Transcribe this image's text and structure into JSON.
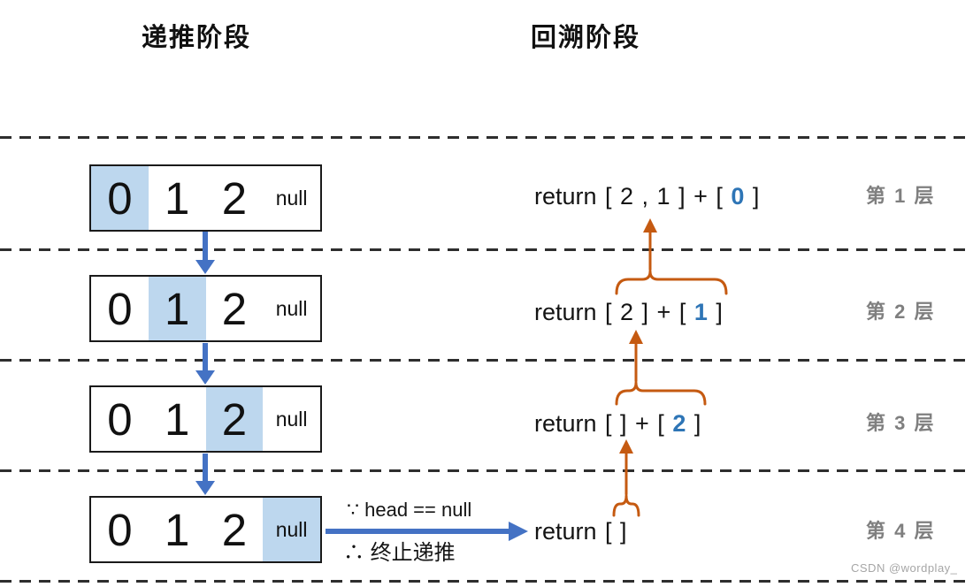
{
  "titles": {
    "left": "递推阶段",
    "right": "回溯阶段"
  },
  "list_box": {
    "cells": [
      "0",
      "1",
      "2",
      "null"
    ]
  },
  "rows": [
    {
      "layer_label": "第 1 层",
      "highlight_index": 0,
      "return_pre": "return [ 2 , 1 ] + [ ",
      "return_value": "0",
      "return_post": " ]"
    },
    {
      "layer_label": "第 2 层",
      "highlight_index": 1,
      "return_pre": "return [ 2 ] + [ ",
      "return_value": "1",
      "return_post": " ]"
    },
    {
      "layer_label": "第 3 层",
      "highlight_index": 2,
      "return_pre": "return [ ] + [ ",
      "return_value": "2",
      "return_post": " ]"
    },
    {
      "layer_label": "第 4 层",
      "highlight_index": 3,
      "return_pre": "return [ ]",
      "return_value": "",
      "return_post": ""
    }
  ],
  "termination": {
    "because": "∵ head == null",
    "therefore": "∴ 终止递推"
  },
  "watermark": "CSDN @wordplay_",
  "colors": {
    "highlight_blue": "#BDD7EE",
    "arrow_blue": "#4472C4",
    "brace_orange": "#C55A11",
    "value_blue": "#2E75B6",
    "layer_gray": "#7F7F7F"
  },
  "icons": {
    "recursion_step": "down-arrow-icon",
    "termination_step": "right-arrow-icon",
    "backtrack_link": "brace-up-arrow-icon"
  }
}
